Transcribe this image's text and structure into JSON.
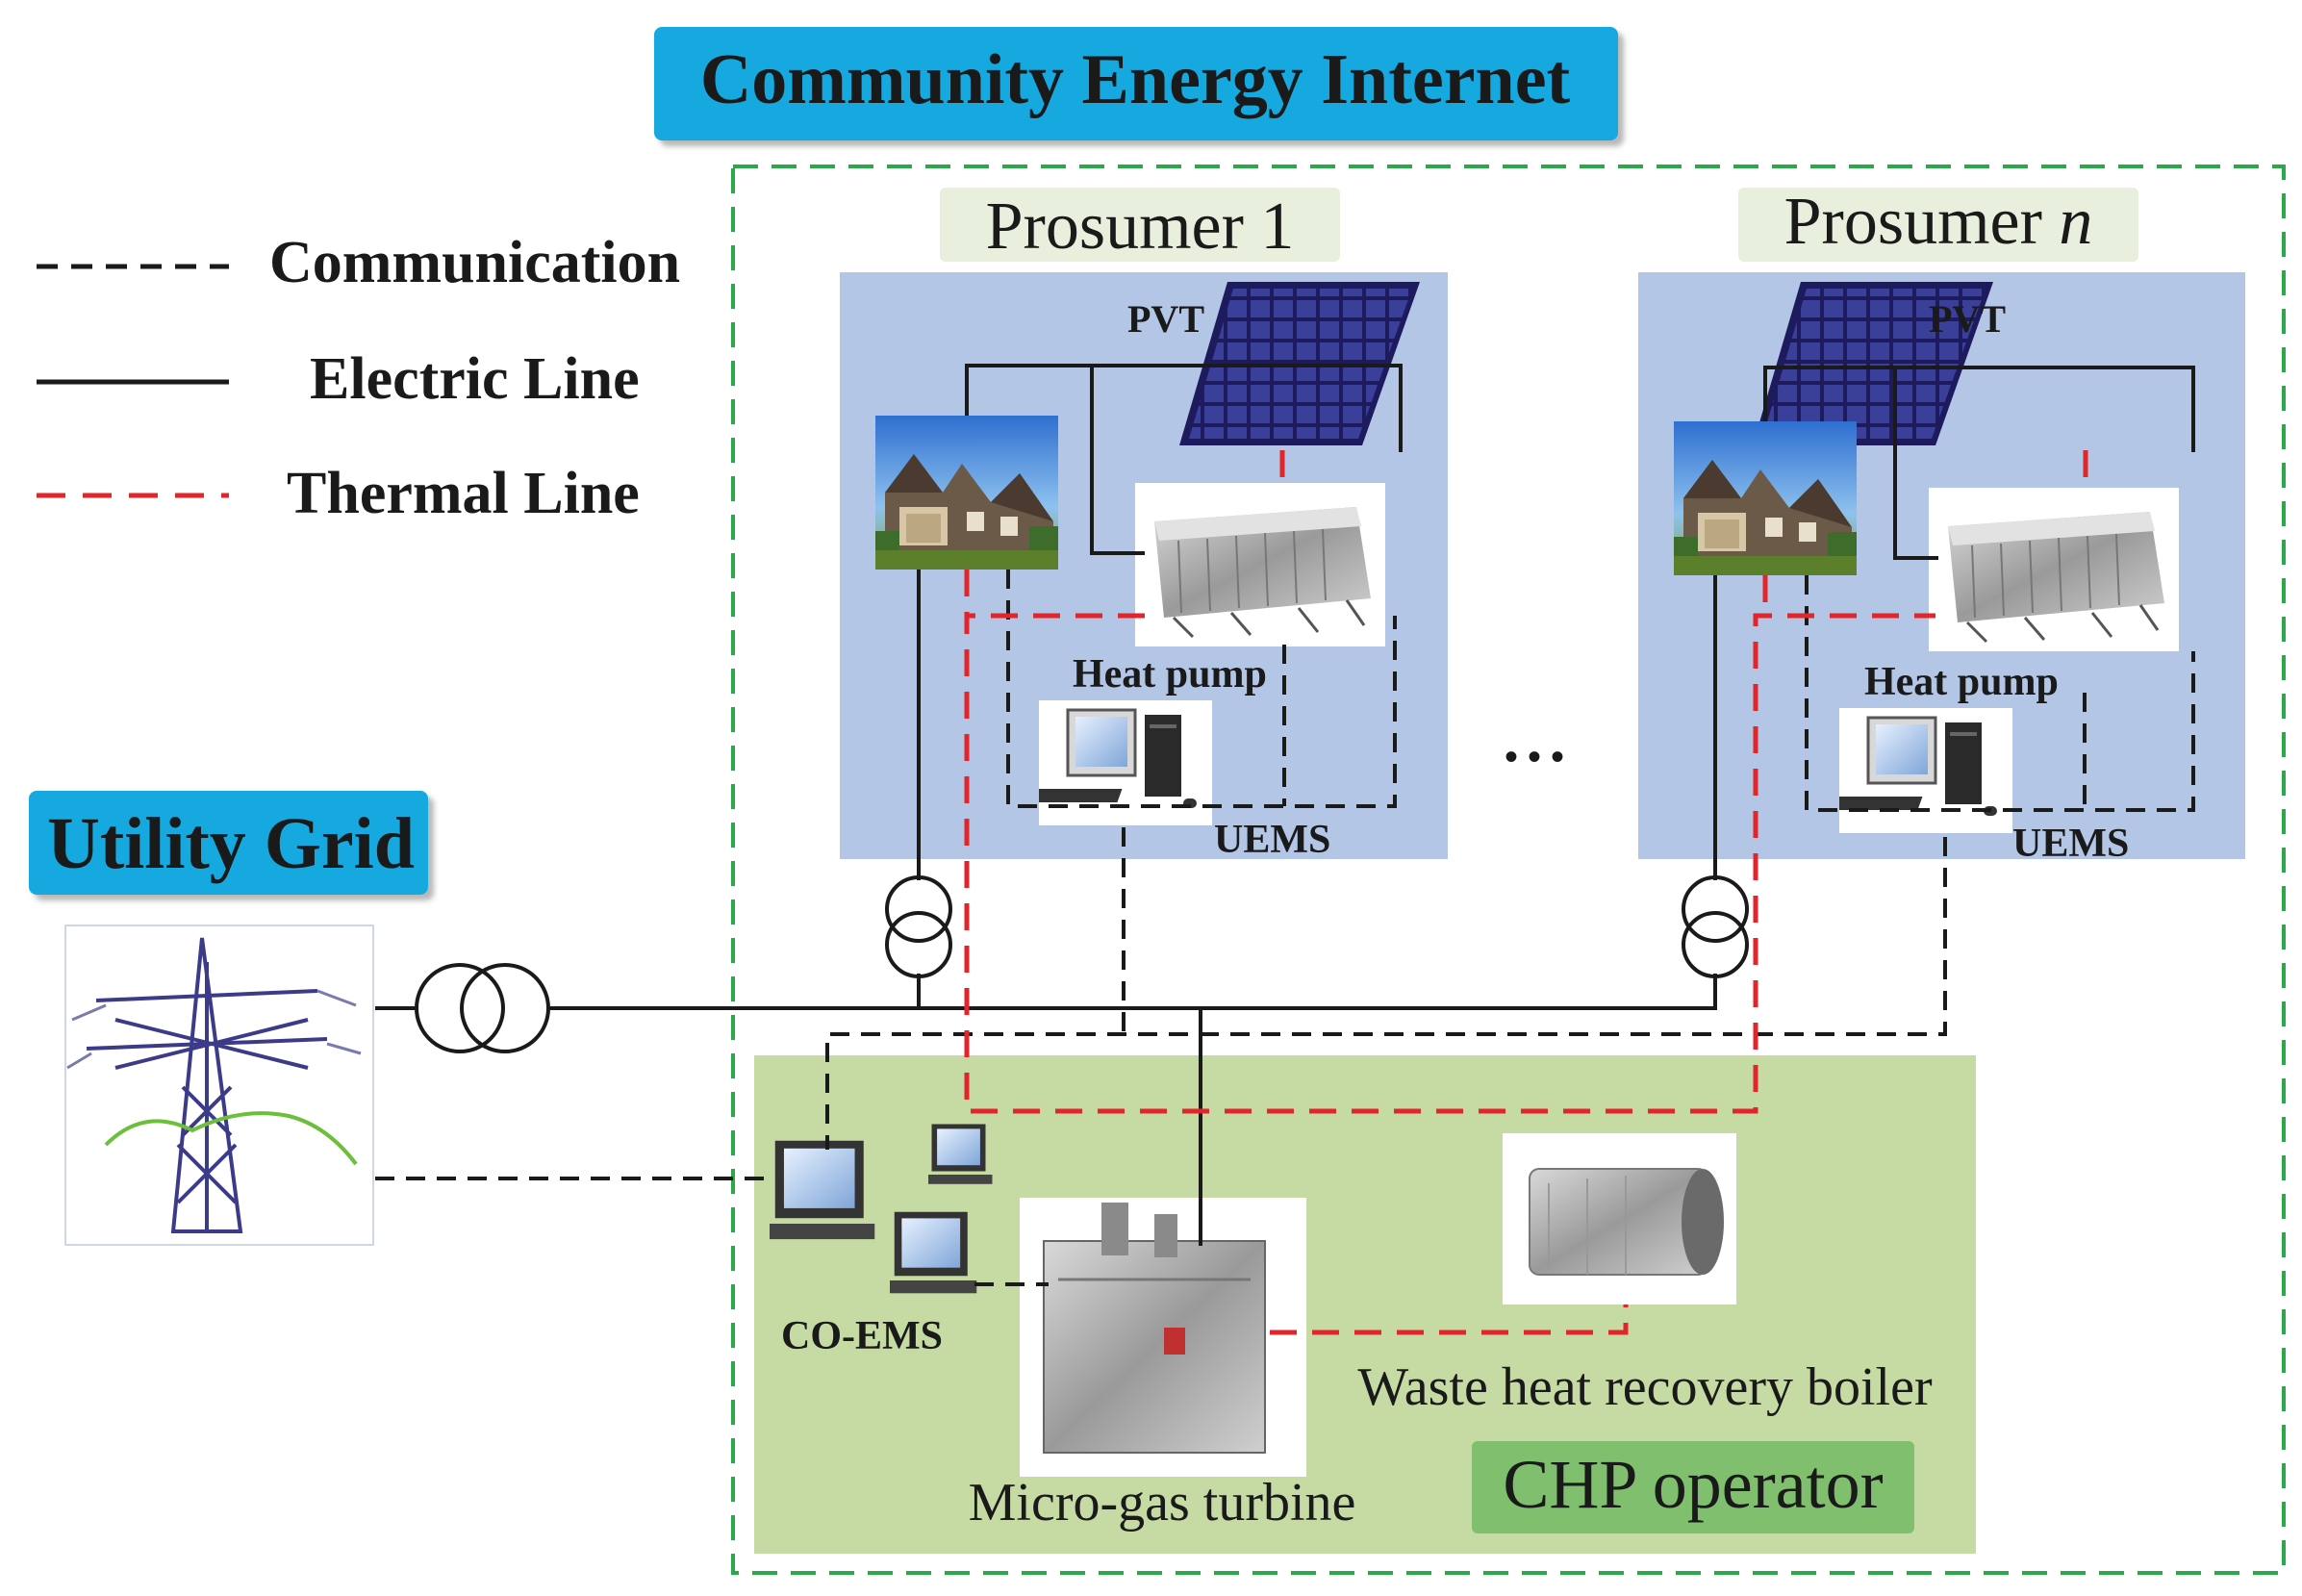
{
  "title": "Community Energy Internet",
  "legend": [
    {
      "label": "Communication",
      "style": "dashed-black"
    },
    {
      "label": "Electric Line",
      "style": "solid-black"
    },
    {
      "label": "Thermal Line",
      "style": "dashed-red"
    }
  ],
  "utility_grid": {
    "label": "Utility Grid"
  },
  "prosumers": [
    {
      "title_main": "Prosumer 1",
      "title_italic": "",
      "pvt": "PVT",
      "heat_pump": "Heat pump",
      "uems": "UEMS"
    },
    {
      "title_main": "Prosumer ",
      "title_italic": "n",
      "pvt": "PVT",
      "heat_pump": "Heat pump",
      "uems": "UEMS"
    }
  ],
  "ellipsis": "• • •",
  "chp": {
    "co_ems": "CO-EMS",
    "turbine": "Micro-gas turbine",
    "boiler": "Waste heat recovery boiler",
    "operator": "CHP operator"
  },
  "colors": {
    "title_bg": "#12a9e0",
    "prosumer_bg": "#b3c6e6",
    "prosumer_title_bg": "#e8f0dd",
    "chp_bg": "#c6dba4",
    "chp_label_bg": "#7fbf6e",
    "boundary": "#2ba84a",
    "thermal": "#e2252b",
    "line": "#1a1a1a"
  }
}
